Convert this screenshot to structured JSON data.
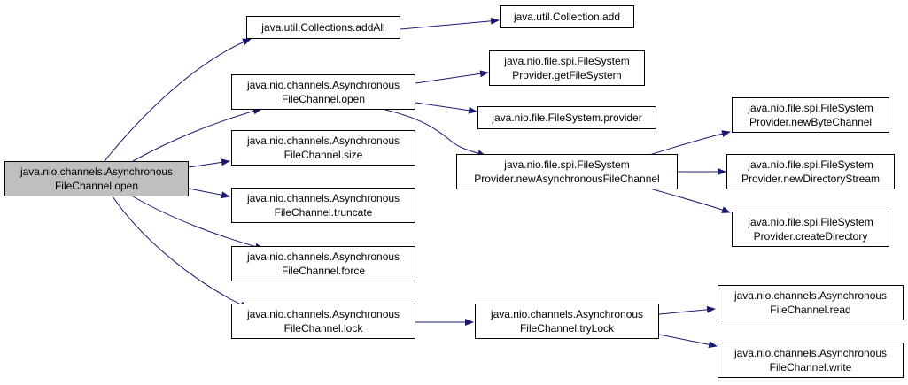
{
  "colors": {
    "edge": "#191970",
    "root_fill": "#bfbfbf",
    "node_fill": "#ffffff",
    "border": "#000000"
  },
  "nodes": {
    "root": {
      "line1": "java.nio.channels.Asynchronous",
      "line2": "FileChannel.open"
    },
    "addall": {
      "line1": "java.util.Collections.addAll"
    },
    "coll_add": {
      "line1": "java.util.Collection.add"
    },
    "afc_open": {
      "line1": "java.nio.channels.Asynchronous",
      "line2": "FileChannel.open"
    },
    "get_fs": {
      "line1": "java.nio.file.spi.FileSystem",
      "line2": "Provider.getFileSystem"
    },
    "fs_provider": {
      "line1": "java.nio.file.FileSystem.provider"
    },
    "new_afc": {
      "line1": "java.nio.file.spi.FileSystem",
      "line2": "Provider.newAsynchronousFileChannel"
    },
    "new_bc": {
      "line1": "java.nio.file.spi.FileSystem",
      "line2": "Provider.newByteChannel"
    },
    "new_ds": {
      "line1": "java.nio.file.spi.FileSystem",
      "line2": "Provider.newDirectoryStream"
    },
    "create_dir": {
      "line1": "java.nio.file.spi.FileSystem",
      "line2": "Provider.createDirectory"
    },
    "size": {
      "line1": "java.nio.channels.Asynchronous",
      "line2": "FileChannel.size"
    },
    "truncate": {
      "line1": "java.nio.channels.Asynchronous",
      "line2": "FileChannel.truncate"
    },
    "force": {
      "line1": "java.nio.channels.Asynchronous",
      "line2": "FileChannel.force"
    },
    "lock": {
      "line1": "java.nio.channels.Asynchronous",
      "line2": "FileChannel.lock"
    },
    "trylock": {
      "line1": "java.nio.channels.Asynchronous",
      "line2": "FileChannel.tryLock"
    },
    "read": {
      "line1": "java.nio.channels.Asynchronous",
      "line2": "FileChannel.read"
    },
    "write": {
      "line1": "java.nio.channels.Asynchronous",
      "line2": "FileChannel.write"
    }
  }
}
